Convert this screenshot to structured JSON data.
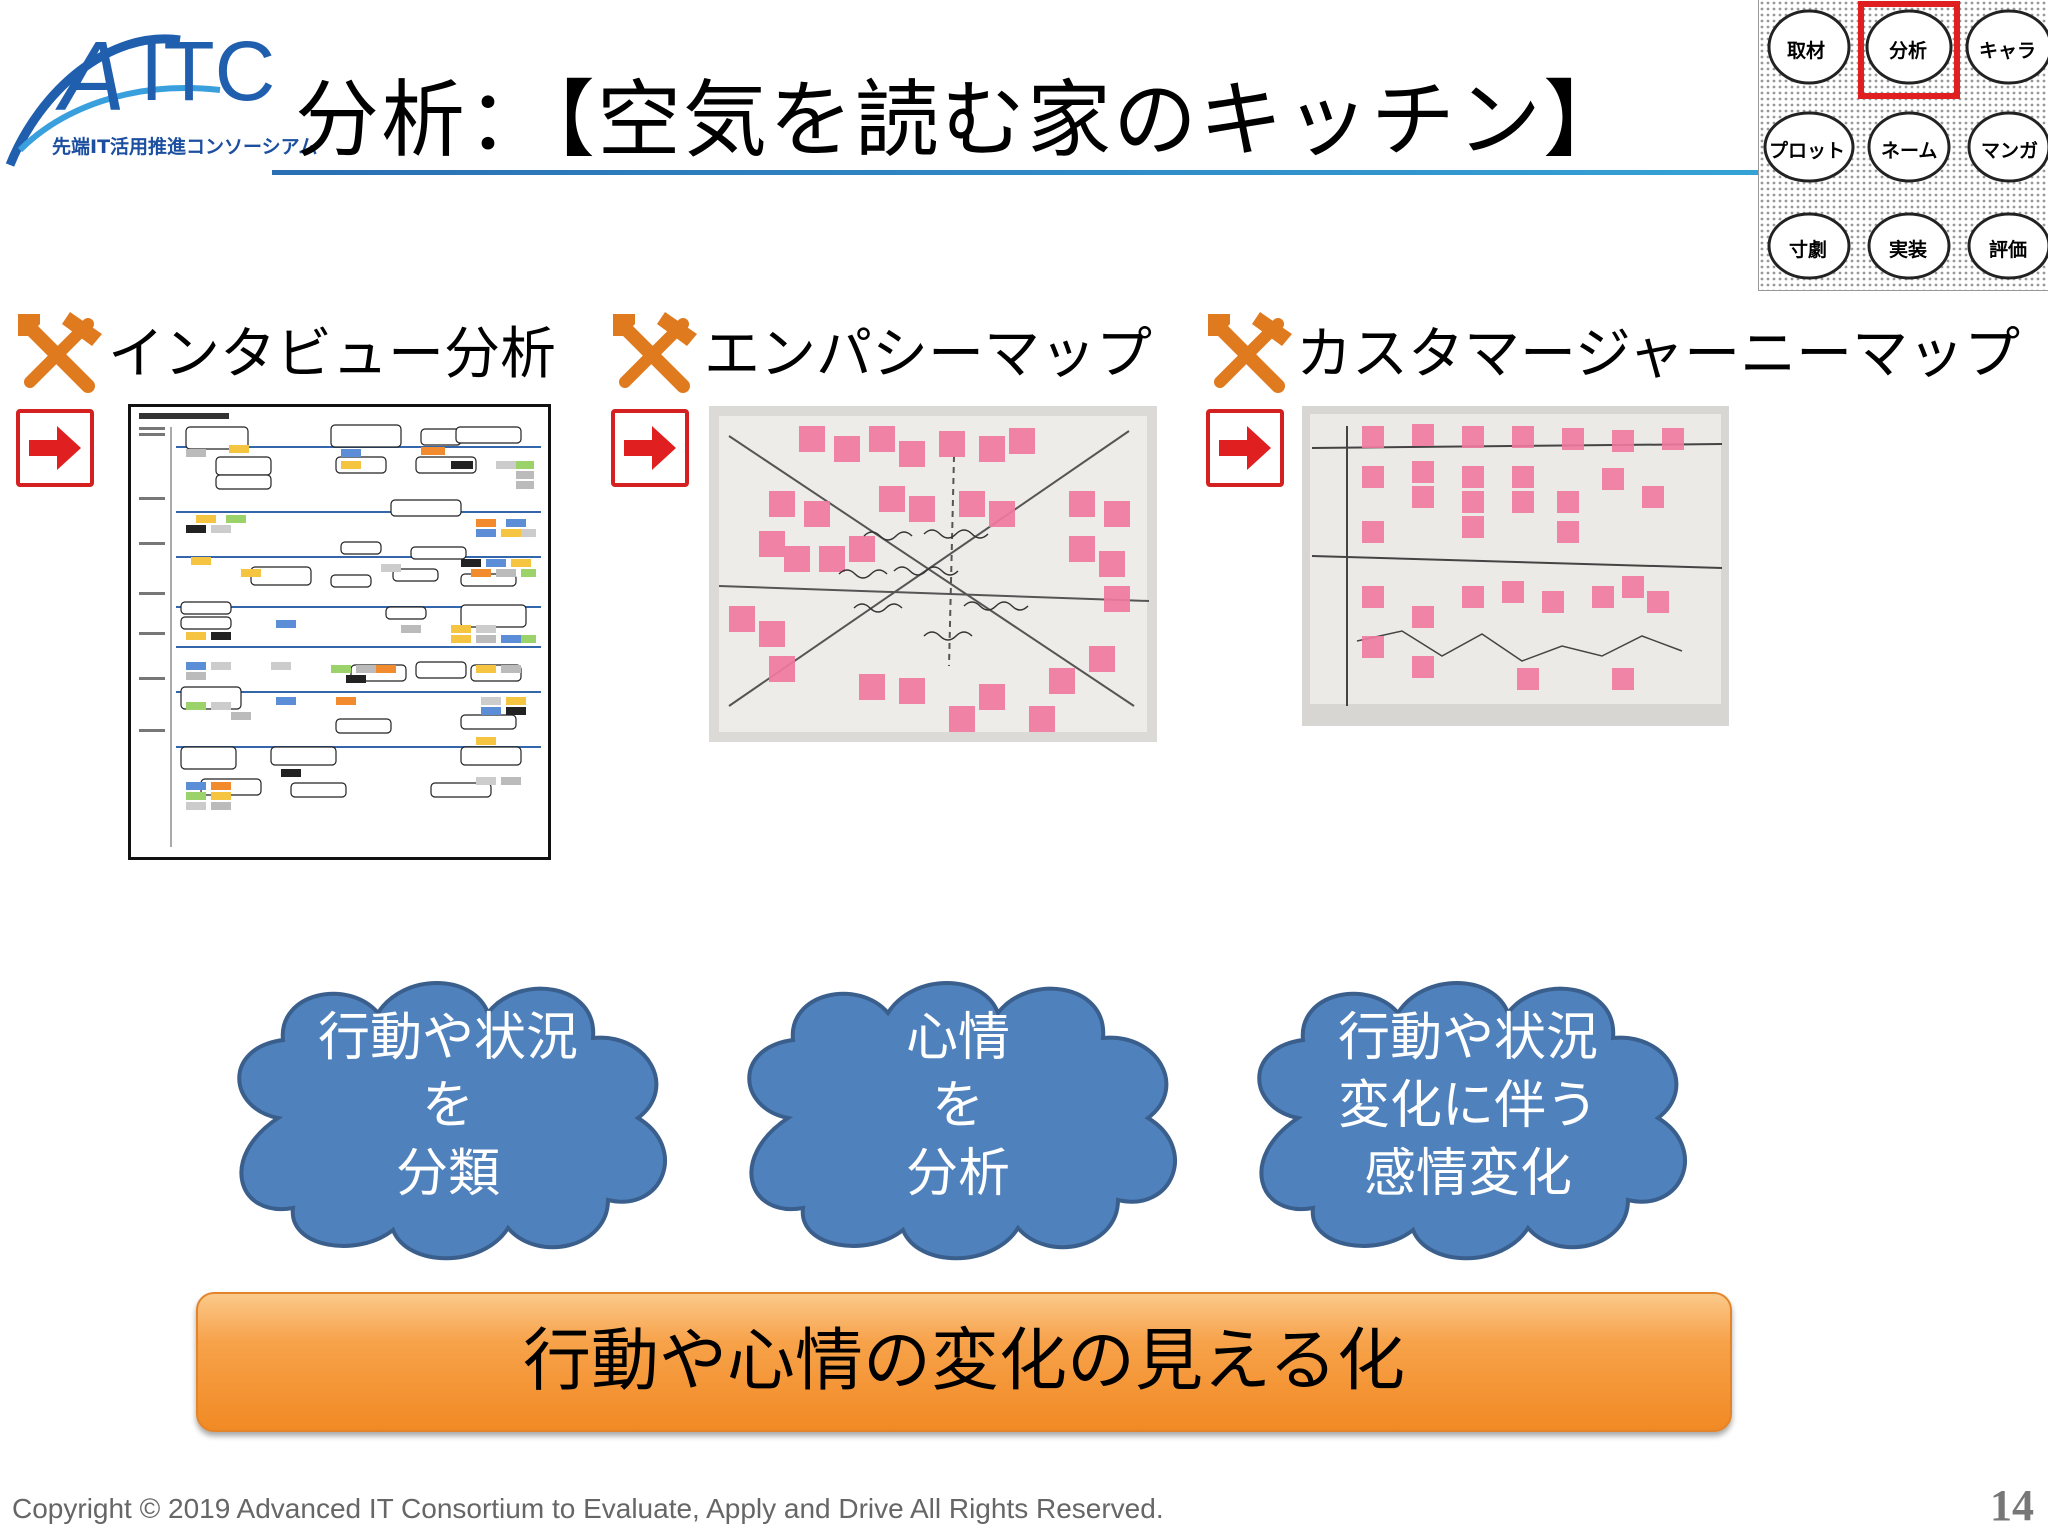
{
  "logo": {
    "brand": "AITC",
    "subtitle": "先端IT活用推進コンソーシアム"
  },
  "title": "分析：【空気を読む家のキッチン】",
  "process_map": {
    "nodes": [
      "取材",
      "分析",
      "キャラ",
      "プロット",
      "ネーム",
      "マンガ",
      "寸劇",
      "実装",
      "評価"
    ],
    "highlighted": "分析",
    "highlight_color": "#e02020"
  },
  "sections": [
    {
      "label": "インタビュー分析",
      "icon": "tools-icon"
    },
    {
      "label": "エンパシーマップ",
      "icon": "tools-icon"
    },
    {
      "label": "カスタマージャーニーマップ",
      "icon": "tools-icon"
    }
  ],
  "clouds": [
    {
      "lines": [
        "行動や状況",
        "を",
        "分類"
      ]
    },
    {
      "lines": [
        "心情",
        "を",
        "分析"
      ]
    },
    {
      "lines": [
        "行動や状況",
        "変化に伴う",
        "感情変化"
      ]
    }
  ],
  "banner": "行動や心情の変化の見える化",
  "footer": {
    "copyright": "Copyright © 2019 Advanced IT Consortium to Evaluate, Apply and Drive All Rights Reserved.",
    "page": "14"
  },
  "colors": {
    "cloud": "#4f81bd",
    "banner": "#f7a24a",
    "tool_icon": "#e07a1f",
    "arrow": "#e02020",
    "title_rule": "#2a6fb3"
  }
}
